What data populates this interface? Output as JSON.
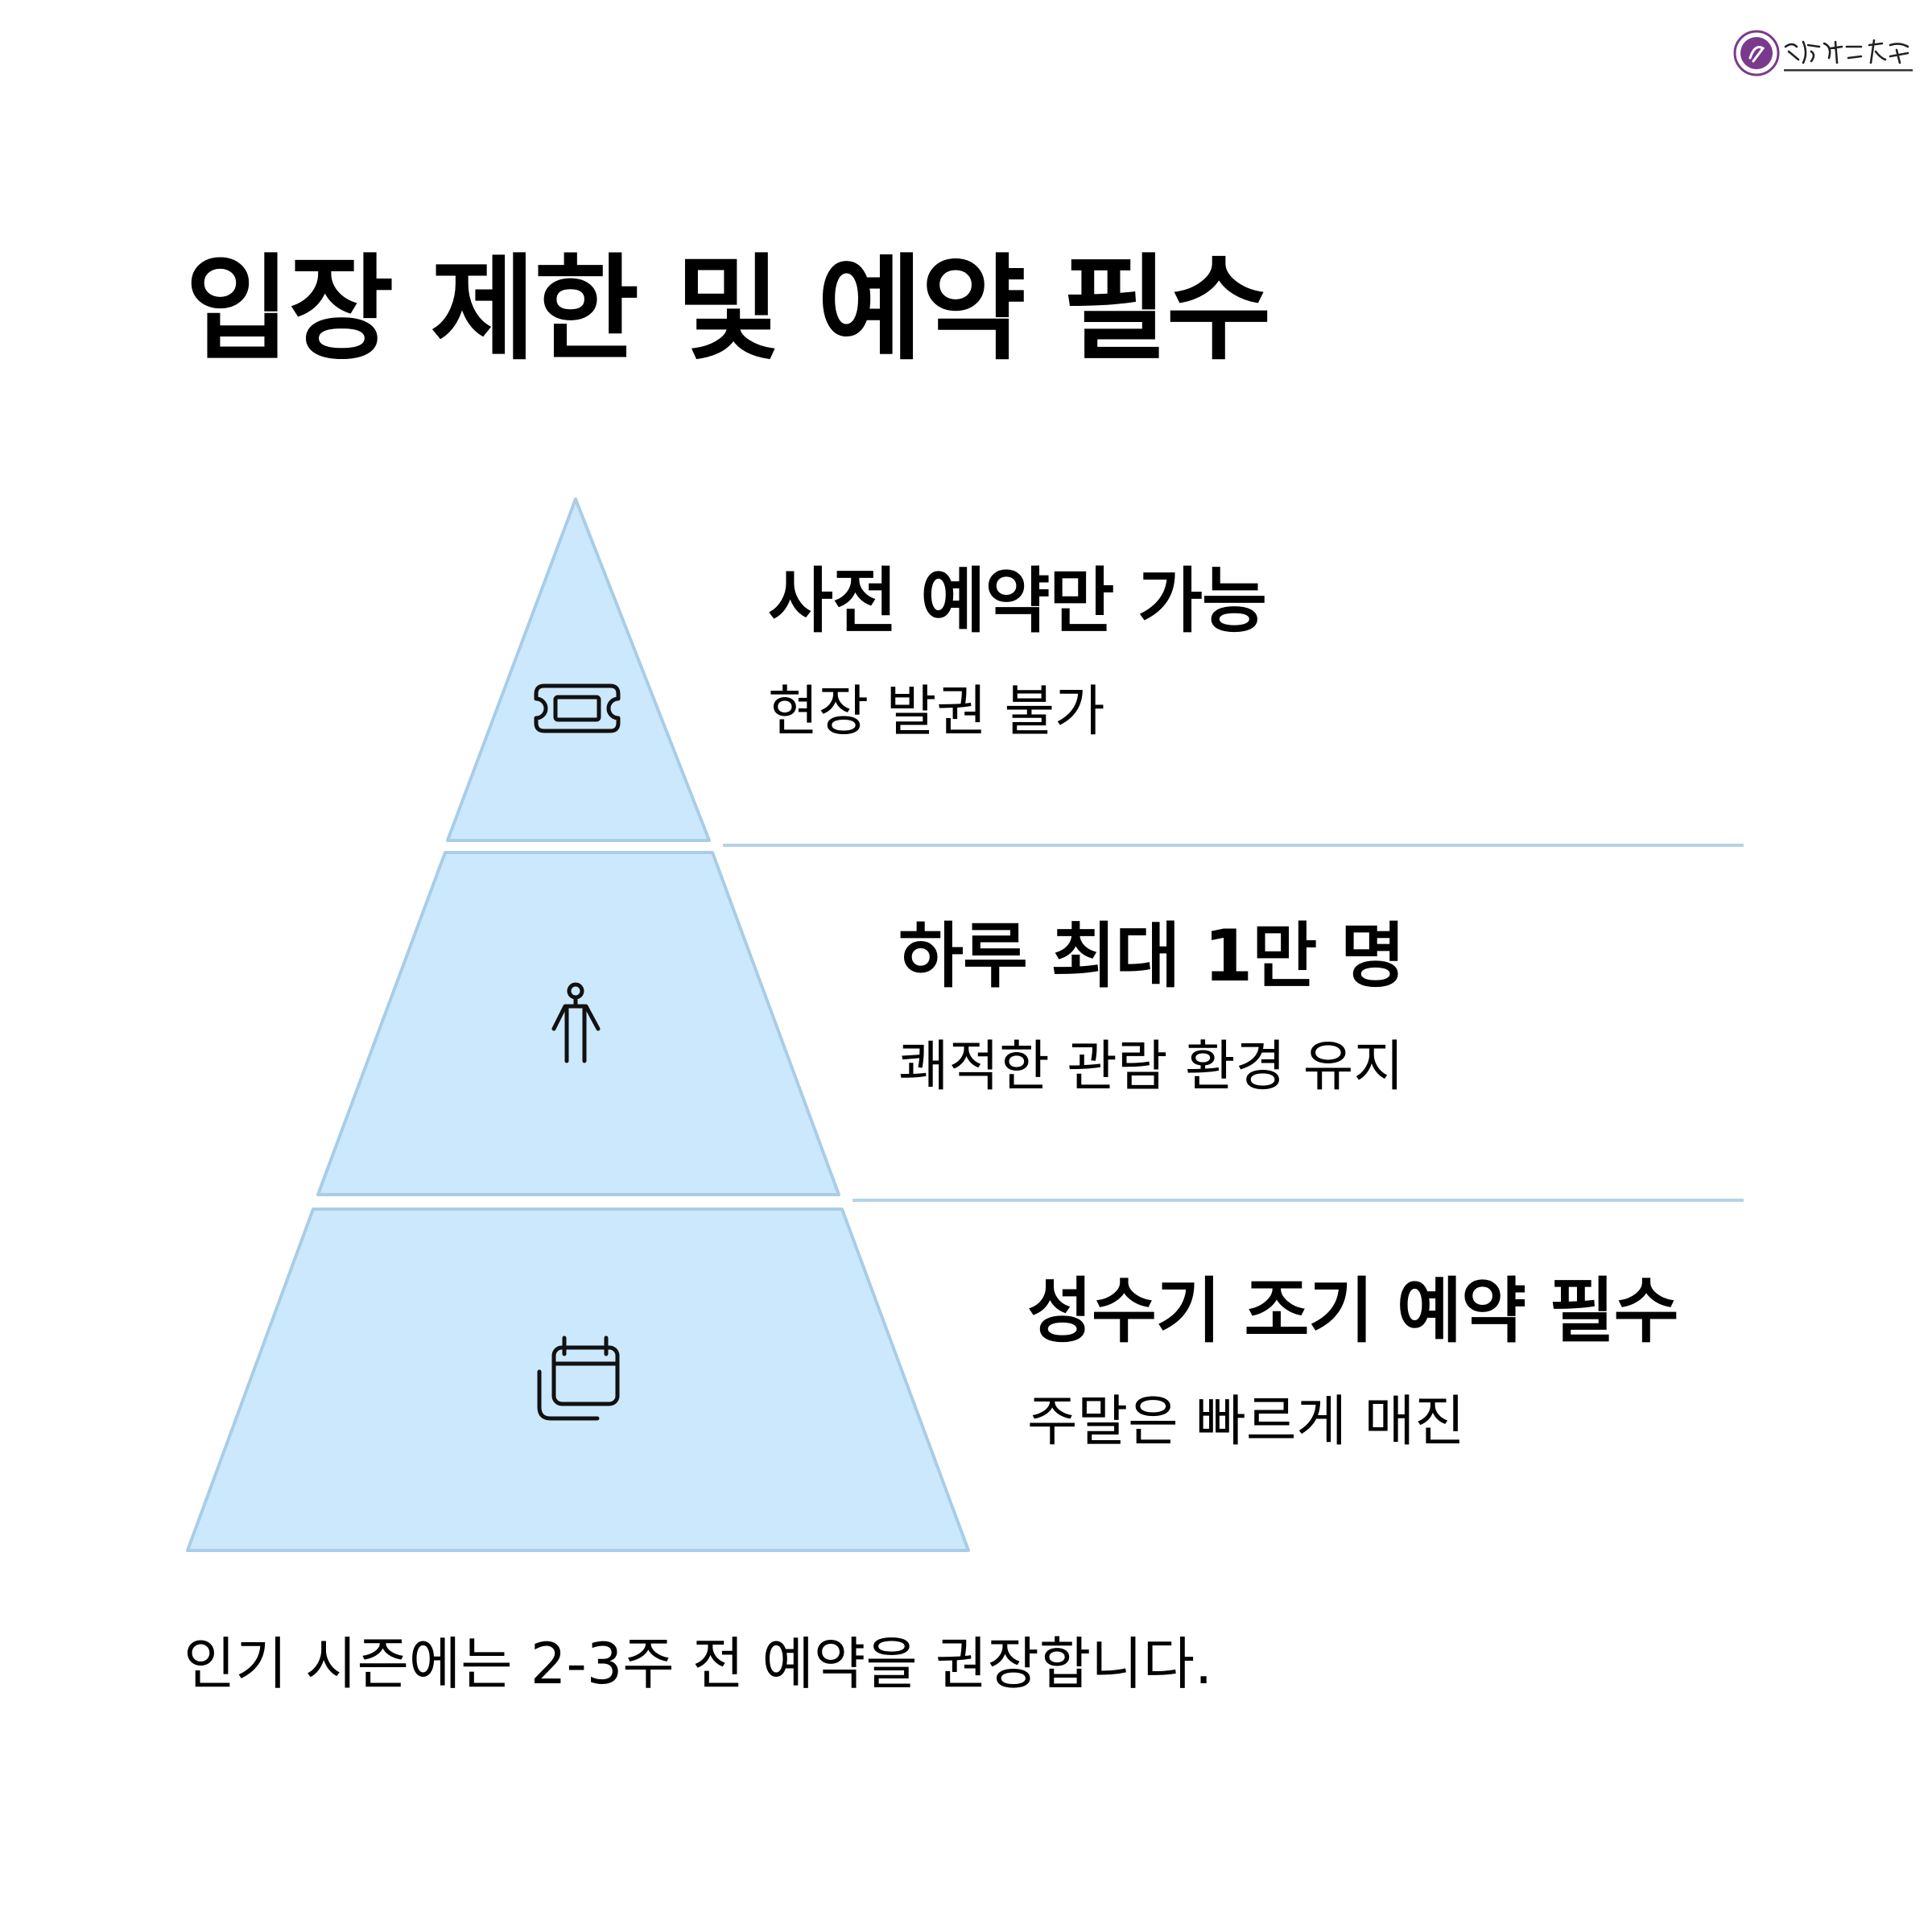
{
  "title": "입장 제한 및 예약 필수",
  "colors": {
    "tier_fill": "#cce8fc",
    "tier_stroke": "#a9cde6",
    "divider": "#b5d3e6",
    "icon_stroke": "#111111",
    "logo_purple": "#7a3a8c"
  },
  "tiers": [
    {
      "icon": "ticket-icon",
      "heading": "사전 예약만 가능",
      "description": "현장 발권 불가"
    },
    {
      "icon": "person-icon",
      "heading": "하루 최대 1만 명",
      "description": "쾌적한 관람 환경 유지"
    },
    {
      "icon": "calendar-icon",
      "heading": "성수기 조기 예약 필수",
      "description": "주말은 빠르게 매진"
    }
  ],
  "footnote": "인기 시즌에는 2-3주 전 예약을 권장합니다."
}
